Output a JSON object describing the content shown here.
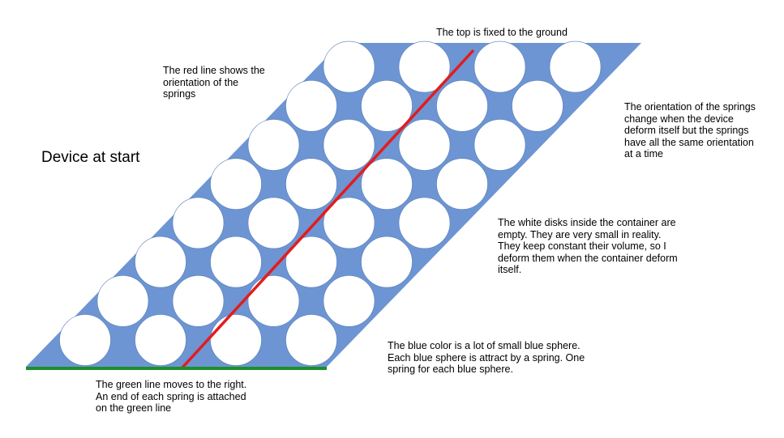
{
  "title": "Device at start",
  "notes": {
    "top": "The top is fixed to the ground",
    "red_line": [
      "The red line shows the",
      "orientation of the",
      "springs"
    ],
    "orientation": [
      "The orientation of the springs",
      "change when the device",
      "deform itself but the springs",
      "have all the same orientation",
      "at a time"
    ],
    "white_disks": [
      "The white disks inside the container are",
      "empty. They are very small in reality.",
      "They keep constant their volume, so I",
      "deform them when the container deform",
      "itself."
    ],
    "blue_color": [
      "The blue color is a lot of small blue sphere.",
      "Each blue sphere is attract by a spring. One",
      "spring for each blue sphere."
    ],
    "green_line": [
      "The green line moves to the right.",
      "An end of each spring is attached",
      "on the green line"
    ]
  },
  "colors": {
    "container": "#6d95d3",
    "disk": "#ffffff",
    "spring_line": "#e41c1c",
    "green_line": "#1b8f2c"
  }
}
